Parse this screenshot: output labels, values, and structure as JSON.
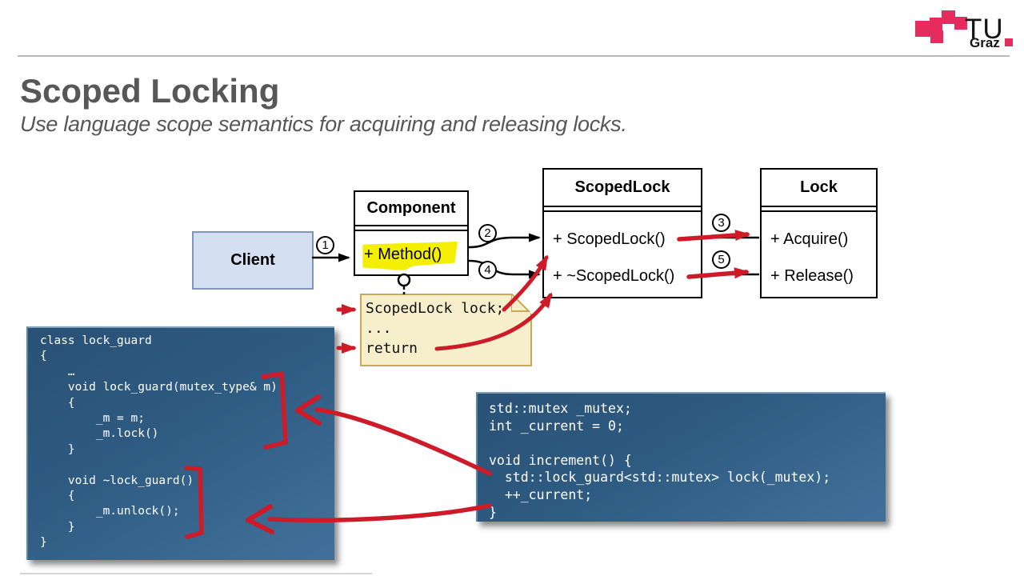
{
  "slide": {
    "title": "Scoped Locking",
    "subtitle": "Use language scope semantics for acquiring and releasing locks."
  },
  "logo": {
    "tu": "TU",
    "graz": "Graz"
  },
  "uml": {
    "client": {
      "title": "Client"
    },
    "component": {
      "title": "Component",
      "method": "+ Method()"
    },
    "scopedlock": {
      "title": "ScopedLock",
      "methods": [
        "+ ScopedLock()",
        "+ ~ScopedLock()"
      ]
    },
    "lock": {
      "title": "Lock",
      "methods": [
        "+ Acquire()",
        "+ Release()"
      ]
    },
    "note": {
      "lines": [
        "ScopedLock lock;",
        "...",
        "return"
      ]
    }
  },
  "markers": {
    "m1": "1",
    "m2": "2",
    "m3": "3",
    "m4": "4",
    "m5": "5"
  },
  "code": {
    "left": "class lock_guard\n{\n    …\n    void lock_guard(mutex_type& m)\n    {\n        _m = m;\n        _m.lock()\n    }\n\n    void ~lock_guard()\n    {\n        _m.unlock();\n    }\n}",
    "right": "std::mutex _mutex;\nint _current = 0;\n\nvoid increment() {\n  std::lock_guard<std::mutex> lock(_mutex);\n  ++_current;\n}"
  },
  "colors": {
    "brand_red": "#e62b5e",
    "annotation_red": "#cf1a28",
    "highlight_yellow": "#f4ef00",
    "note_fill": "#f7eecb",
    "note_border": "#c9a954",
    "client_fill": "#d4dff2",
    "client_border": "#8095ba",
    "code_gradient_top": "#2a5176",
    "code_gradient_bottom": "#41719a",
    "title_gray": "#575757"
  }
}
